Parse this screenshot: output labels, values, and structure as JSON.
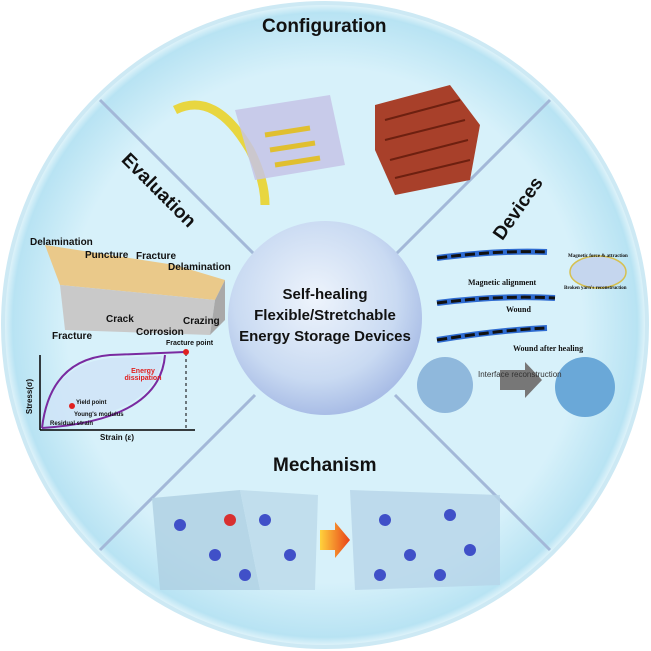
{
  "center": {
    "line1": "Self-healing",
    "line2": "Flexible/Stretchable",
    "line3": "Energy Storage Devices"
  },
  "sections": {
    "configuration": "Configuration",
    "evaluation": "Evaluation",
    "devices": "Devices",
    "mechanism": "Mechanism"
  },
  "evaluation": {
    "damage_labels": [
      "Delamination",
      "Puncture",
      "Fracture",
      "Delamination",
      "Crack",
      "Corrosion",
      "Crazing",
      "Fracture"
    ],
    "curve": {
      "ylabel": "Stress(σ)",
      "xlabel": "Strain (ε)",
      "fracture_point": "Fracture point",
      "energy": "Energy dissipation",
      "yield_point": "Yield point",
      "youngs_modulus": "Young's modulus",
      "residual_strain": "Residual strain"
    }
  },
  "devices": {
    "magnetic_alignment": "Magnetic alignment",
    "wound": "Wound",
    "wound_after_healing": "Wound after healing",
    "magnetic_force": "Magnetic force & attraction",
    "broken_yarn": "Broken yarn's reconstruction",
    "interface_reconstruction": "Interface reconstruction"
  },
  "colors": {
    "bg": "#cdeef8",
    "ring": "#e9f7fc",
    "divider": "#9fb6d8",
    "sphere": "#c7d9f2"
  }
}
